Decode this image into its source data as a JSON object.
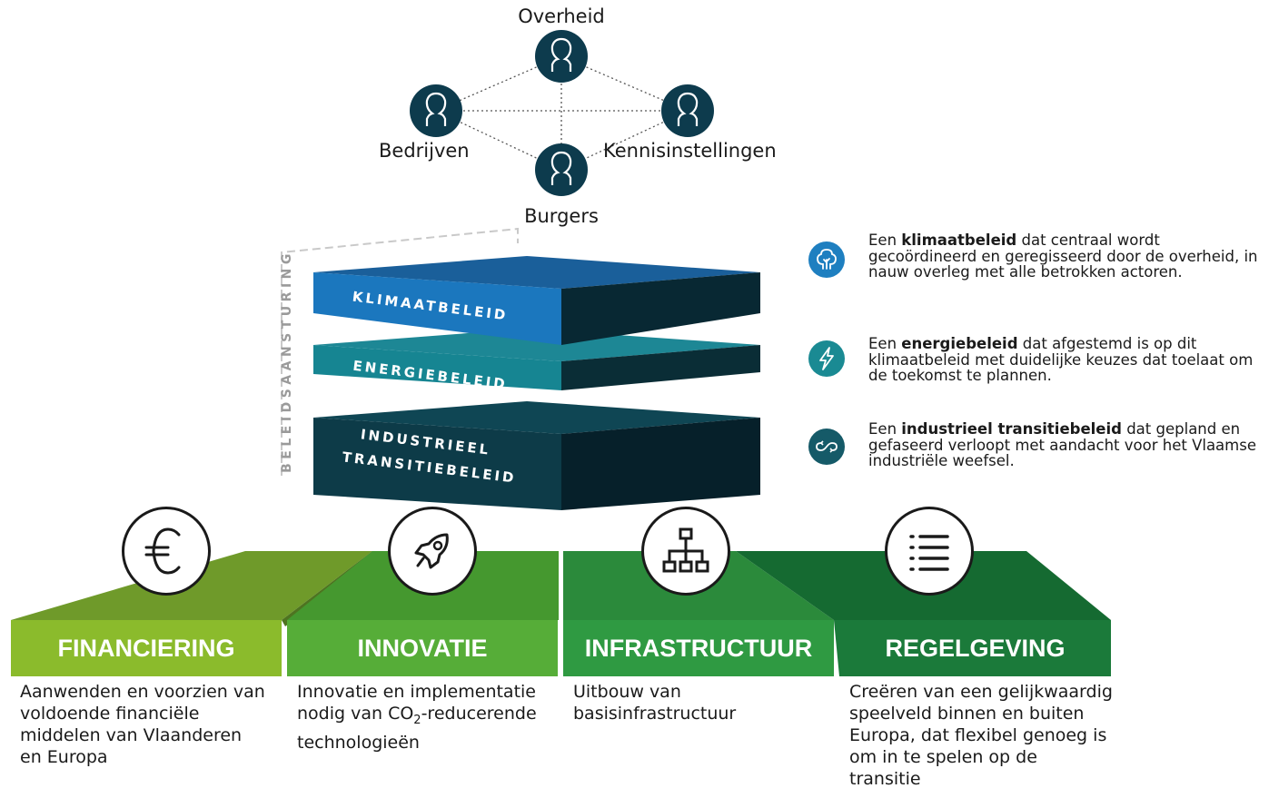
{
  "actors": {
    "top": "Overheid",
    "left": "Bedrijven",
    "right": "Kennisinstellingen",
    "bottom": "Burgers"
  },
  "stack": {
    "side_label": "BELEIDSAANSTURING",
    "layers": [
      {
        "label": "KLIMAATBELEID",
        "color": "#1a6fb0"
      },
      {
        "label": "ENERGIEBELEID",
        "color": "#157f8e"
      },
      {
        "label_line1": "INDUSTRIEEL",
        "label_line2": "TRANSITIEBELEID",
        "color": "#0c3d4a"
      }
    ]
  },
  "policies": [
    {
      "icon": "tree-icon",
      "color": "#1e7fc0",
      "prefix": "Een ",
      "bold": "klimaatbeleid",
      "text": " dat centraal wordt gecoördineerd en geregisseerd door de overheid, in nauw overleg met alle betrokken actoren."
    },
    {
      "icon": "lightning-icon",
      "color": "#1a8a93",
      "prefix": "Een ",
      "bold": "energiebeleid",
      "text": " dat afgestemd is op dit klimaatbeleid met duidelijke keuzes dat toelaat om de toekomst te plannen."
    },
    {
      "icon": "infinity-cycle-icon",
      "color": "#155a68",
      "prefix": "Een ",
      "bold": "industrieel transitiebeleid",
      "text": " dat gepland en gefaseerd verloopt met aandacht voor het Vlaamse industriële weefsel."
    }
  ],
  "pillars": [
    {
      "title": "FINANCIERING",
      "icon": "euro-icon",
      "color": "#8bbb2c",
      "desc": "Aanwenden en voorzien van voldoende financiële middelen van Vlaanderen en Europa"
    },
    {
      "title": "INNOVATIE",
      "icon": "rocket-icon",
      "color": "#56ad38",
      "desc_a": "Innovatie en implementatie nodig van CO",
      "desc_sub": "2",
      "desc_b": "-reducerende technologieën"
    },
    {
      "title": "INFRASTRUCTUUR",
      "icon": "network-icon",
      "color": "#2f9a42",
      "desc": "Uitbouw van basisinfrastructuur"
    },
    {
      "title": "REGELGEVING",
      "icon": "list-icon",
      "color": "#1b7a3a",
      "desc": "Creëren van een gelijkwaardig speelveld binnen en buiten Europa, dat flexibel genoeg is om in te spelen op de transitie"
    }
  ]
}
